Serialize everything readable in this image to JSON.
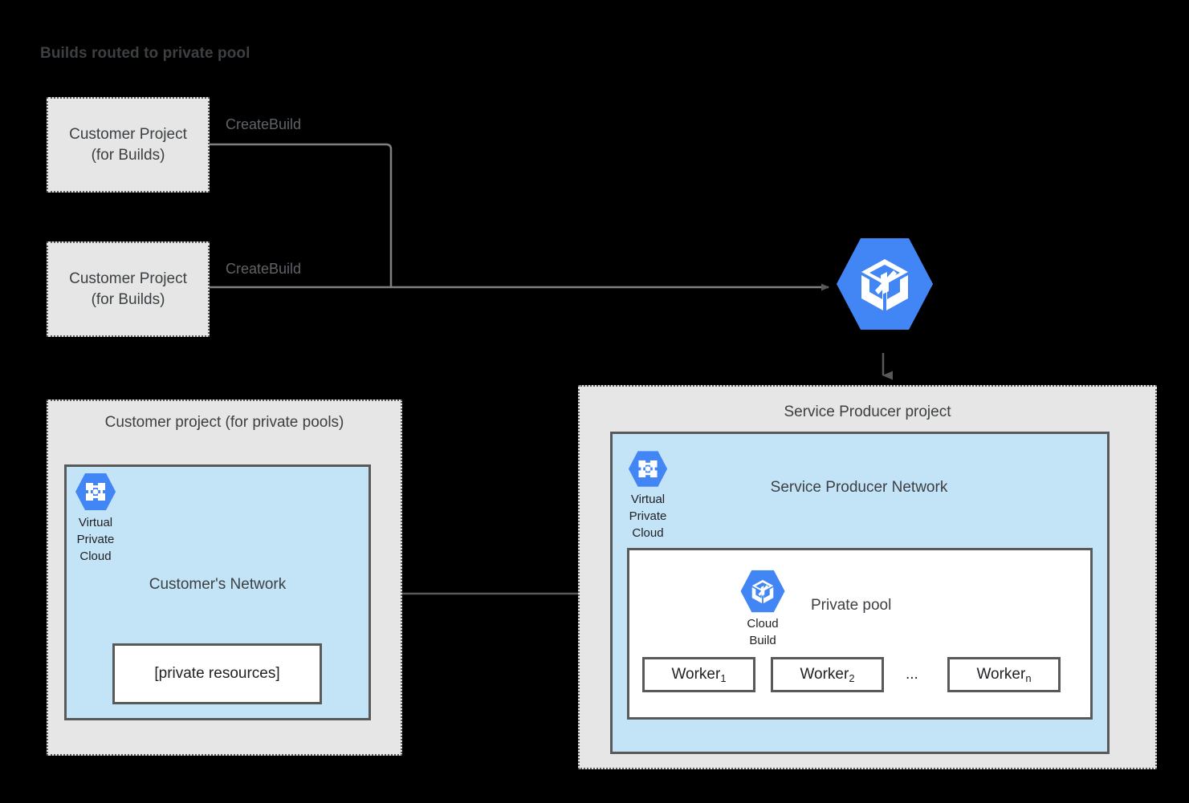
{
  "title": "Builds routed to private pool",
  "colors": {
    "gcp_blue": "#4285f4",
    "network_blue": "#c3e3f7",
    "project_gray": "#e6e6e6",
    "border_gray": "#595959",
    "text_dark": "#202124",
    "text_muted": "#5f6368"
  },
  "build_projects": [
    {
      "line1": "Customer Project",
      "line2": "(for Builds)",
      "edge_label": "CreateBuild"
    },
    {
      "line1": "Customer Project",
      "line2": "(for Builds)",
      "edge_label": "CreateBuild"
    }
  ],
  "cloud_build_service": {
    "icon": "cloud-build-icon"
  },
  "customer_project": {
    "heading": "Customer project (for private pools)",
    "network": {
      "heading": "Customer's Network",
      "vpc_icon_caption": "Virtual\nPrivate\nCloud",
      "vpc_caption_lines": [
        "Virtual",
        "Private",
        "Cloud"
      ],
      "resources_box": "[private resources]"
    }
  },
  "service_producer_project": {
    "heading": "Service Producer project",
    "network": {
      "heading": "Service Producer Network",
      "vpc_caption_lines": [
        "Virtual",
        "Private",
        "Cloud"
      ],
      "private_pool": {
        "heading": "Private pool",
        "cloud_build_caption_lines": [
          "Cloud",
          "Build"
        ],
        "workers": [
          {
            "name": "Worker",
            "sub": "1"
          },
          {
            "name": "Worker",
            "sub": "2"
          },
          {
            "name": "Worker",
            "sub": "n"
          }
        ],
        "ellipsis": "..."
      }
    }
  },
  "connectors": {
    "peering_bidirectional": true,
    "service_arrow_down": true
  }
}
